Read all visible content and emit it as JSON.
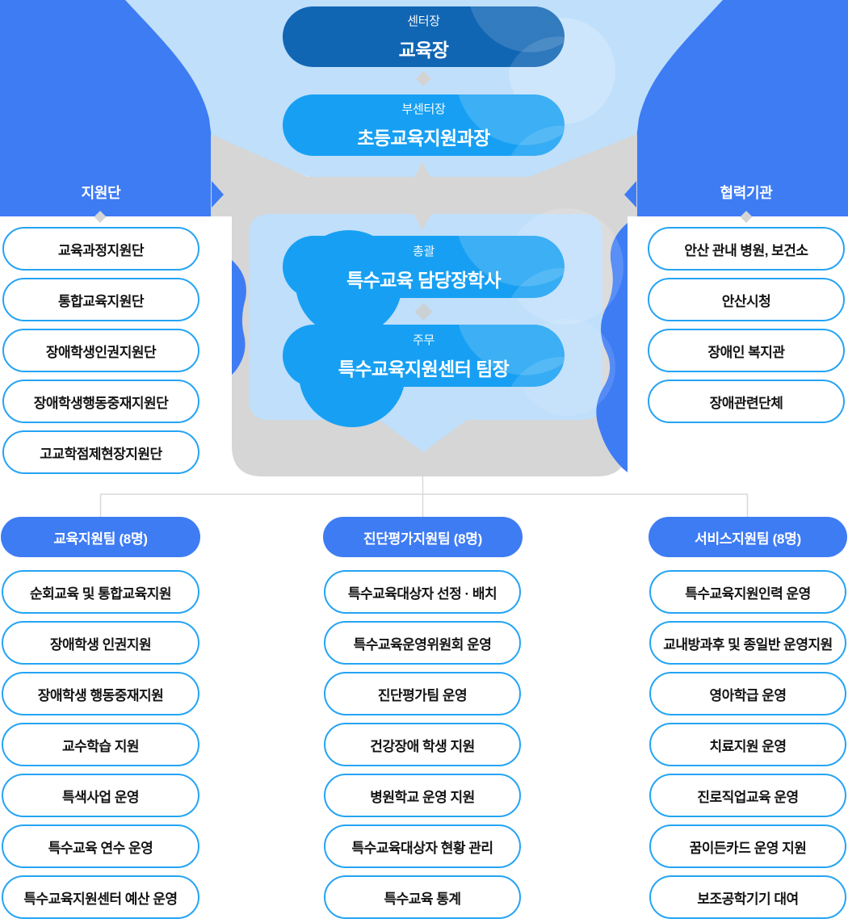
{
  "chart": {
    "top_cards": [
      {
        "role": "센터장",
        "title": "교육장"
      },
      {
        "role": "부센터장",
        "title": "초등교육지원과장"
      },
      {
        "role": "총괄",
        "title": "특수교육 담당장학사"
      },
      {
        "role": "주무",
        "title": "특수교육지원센터 팀장"
      }
    ],
    "left_group": {
      "label": "지원단",
      "items": [
        "교육과정지원단",
        "통합교육지원단",
        "장애학생인권지원단",
        "장애학생행동중재지원단",
        "고교학점제현장지원단"
      ]
    },
    "right_group": {
      "label": "협력기관",
      "items": [
        "안산 관내 병원, 보건소",
        "안산시청",
        "장애인 복지관",
        "장애관련단체"
      ]
    },
    "teams": [
      {
        "label": "교육지원팀 (8명)",
        "items": [
          "순회교육 및 통합교육지원",
          "장애학생 인권지원",
          "장애학생 행동중재지원",
          "교수학습 지원",
          "특색사업 운영",
          "특수교육 연수 운영",
          "특수교육지원센터 예산 운영"
        ]
      },
      {
        "label": "진단평가지원팀 (8명)",
        "items": [
          "특수교육대상자 선정 · 배치",
          "특수교육운영위원회 운영",
          "진단평가팀 운영",
          "건강장애 학생 지원",
          "병원학교 운영 지원",
          "특수교육대상자 현황 관리",
          "특수교육 통계"
        ]
      },
      {
        "label": "서비스지원팀 (8명)",
        "items": [
          "특수교육지원인력 운영",
          "교내방과후 및 종일반 운영지원",
          "영아학급 운영",
          "치료지원 운영",
          "진로직업교육 운영",
          "꿈이든카드 운영 지원",
          "보조공학기기 대여"
        ]
      }
    ],
    "colors": {
      "royal": "#3e7cf4",
      "bright": "#17a0f3",
      "dark": "#1166b4",
      "light": "#bfdffb",
      "gray": "#d6d6d6",
      "item_border": "#25a4f4",
      "line": "#d9d9d9"
    }
  }
}
